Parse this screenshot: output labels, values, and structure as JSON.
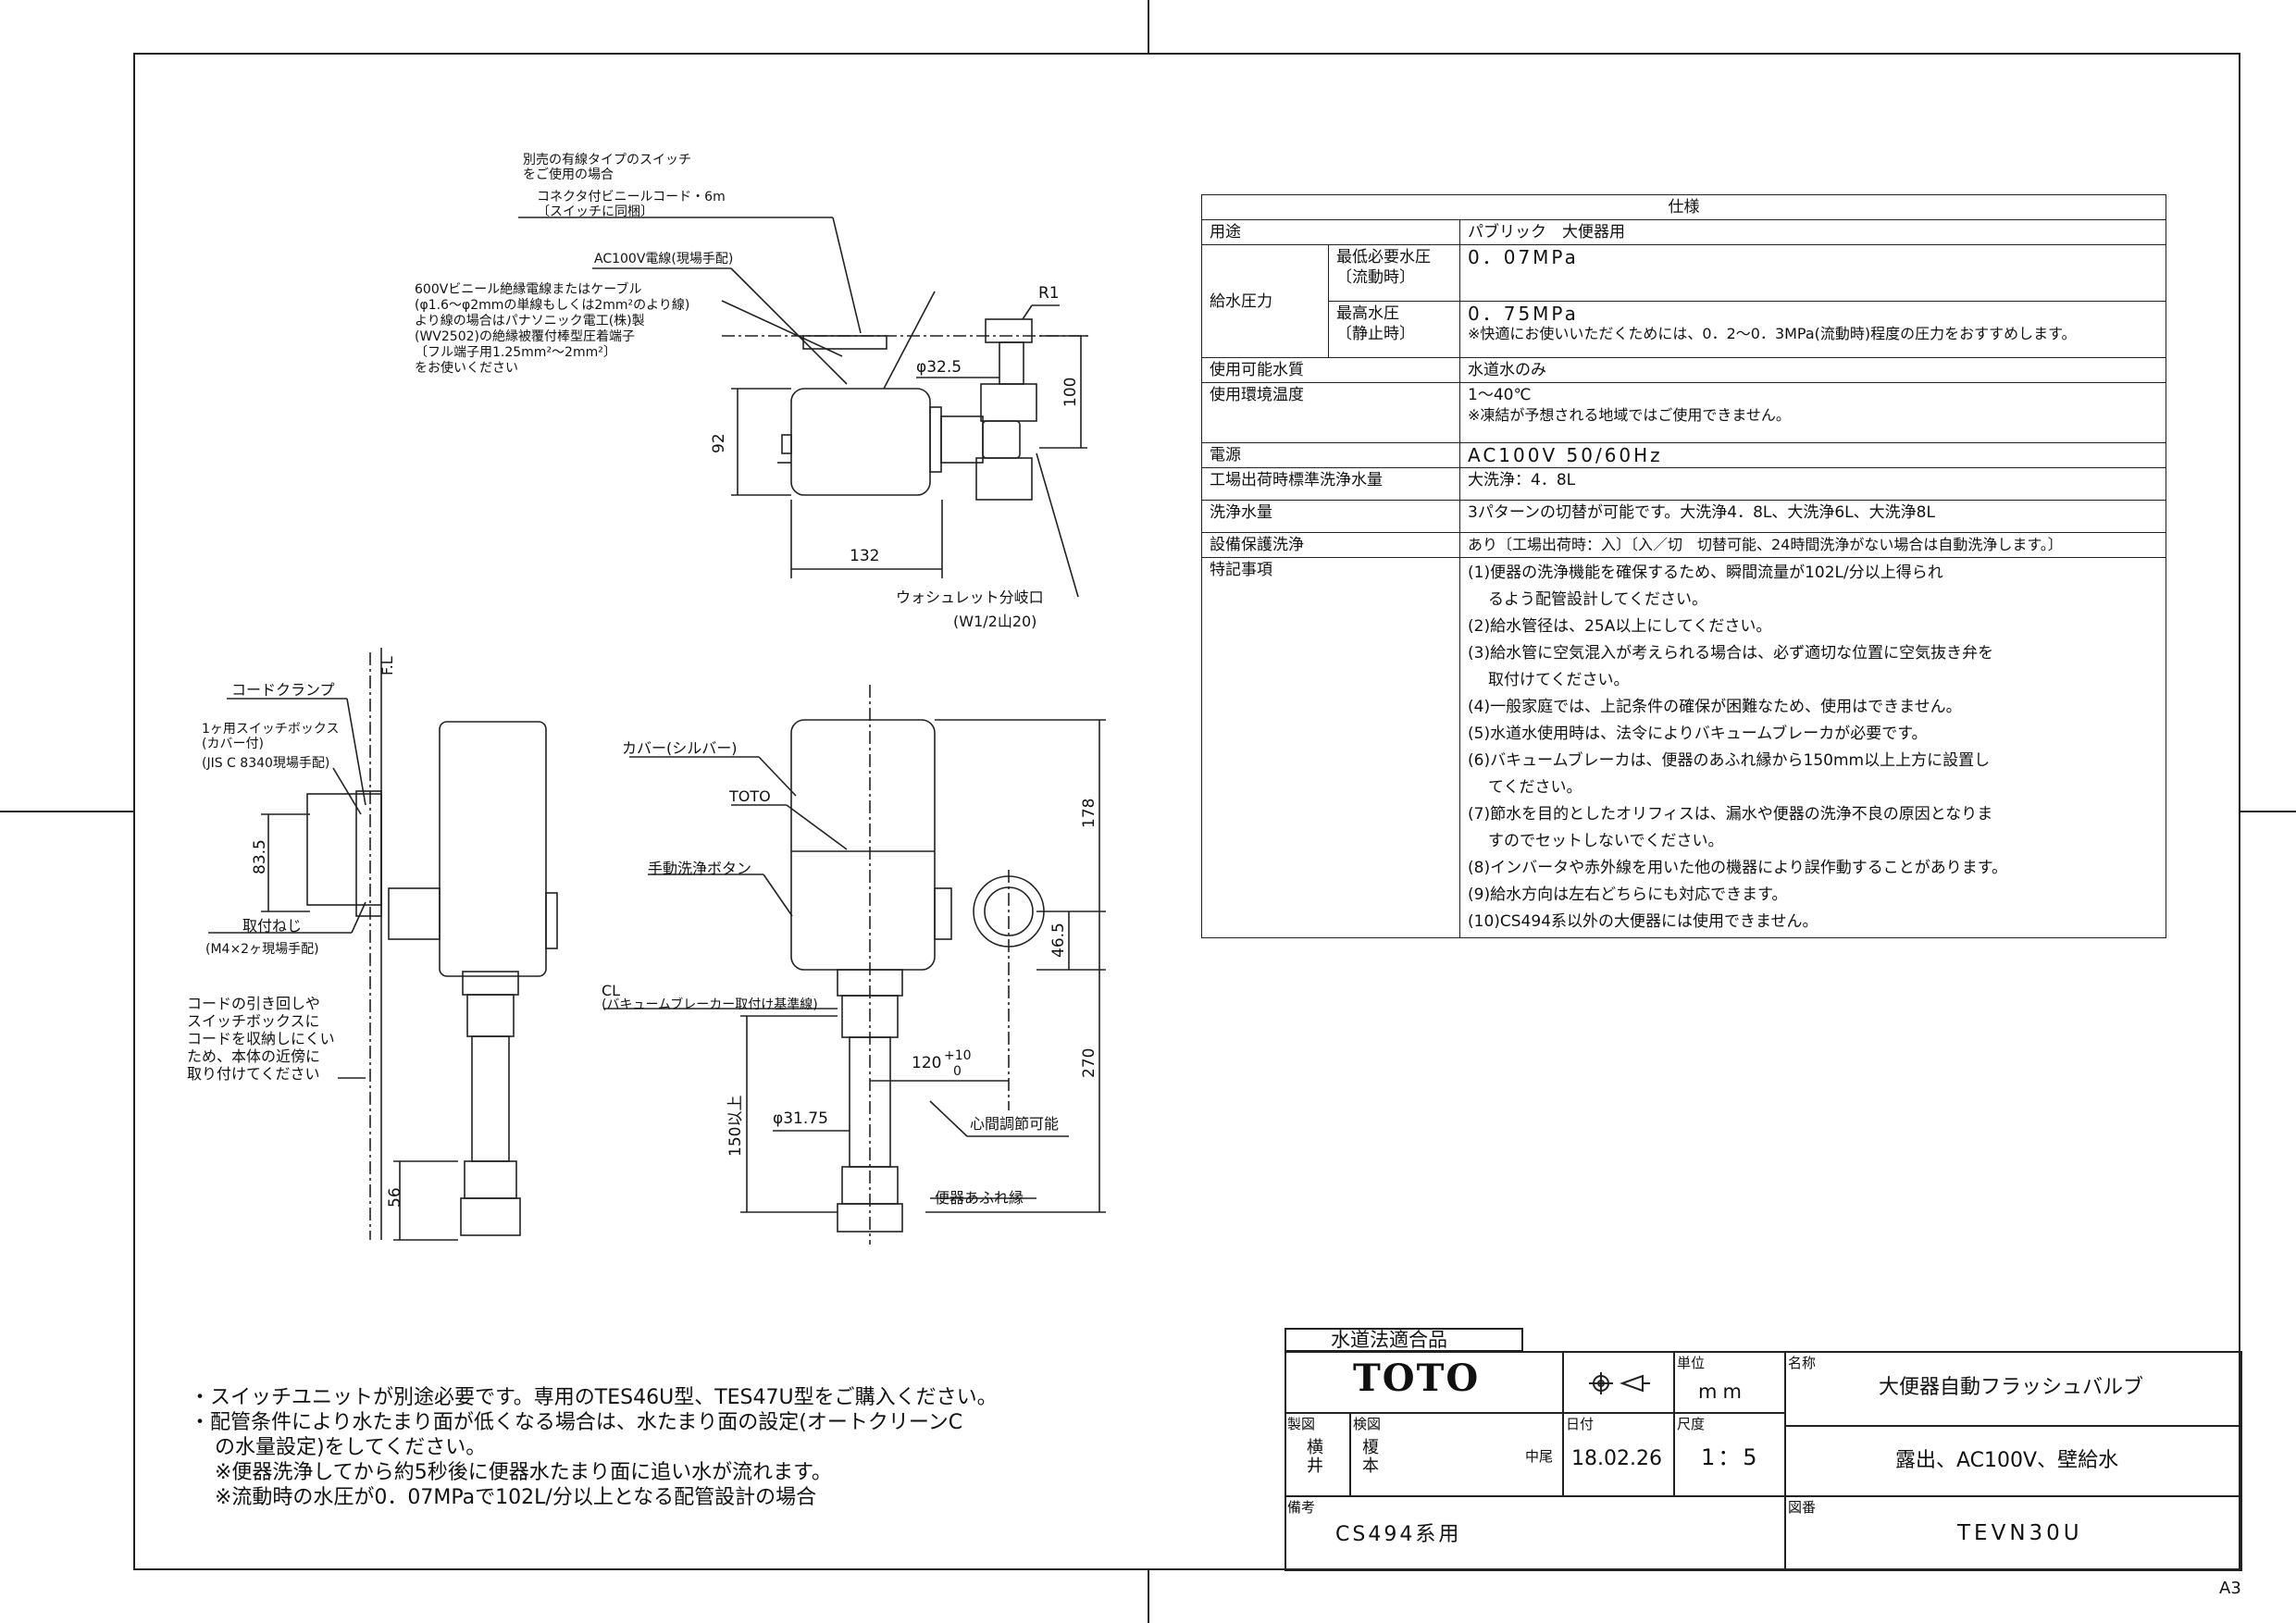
{
  "spec": {
    "header": "仕様",
    "rows": {
      "use_label": "用途",
      "use_value": "パブリック　大便器用",
      "pressure_label": "給水圧力",
      "min_label": "最低必要水圧\n〔流動時〕",
      "min_value": "0．07MPa",
      "max_label": "最高水圧\n〔静止時〕",
      "max_value": "0．75MPa",
      "max_note": "※快適にお使いいただくためには、0．2～0．3MPa(流動時)程度の圧力をおすすめします。",
      "water_label": "使用可能水質",
      "water_value": "水道水のみ",
      "temp_label": "使用環境温度",
      "temp_value": "1～40℃",
      "temp_note": "※凍結が予想される地域ではご使用できません。",
      "power_label": "電源",
      "power_value": "AC100V 50/60Hz",
      "factory_label": "工場出荷時標準洗浄水量",
      "factory_value": "大洗浄：4．8L",
      "flush_label": "洗浄水量",
      "flush_value": "3パターンの切替が可能です。大洗浄4．8L、大洗浄6L、大洗浄8L",
      "protect_label": "設備保護洗浄",
      "protect_value": "あり〔工場出荷時：入〕〔入／切　切替可能、24時間洗浄がない場合は自動洗浄します。〕",
      "special_label": "特記事項",
      "special_notes": [
        "(1)便器の洗浄機能を確保するため、瞬間流量が102L/分以上得られ",
        "るよう配管設計してください。",
        "(2)給水管径は、25A以上にしてください。",
        "(3)給水管に空気混入が考えられる場合は、必ず適切な位置に空気抜き弁を",
        "取付けてください。",
        "(4)一般家庭では、上記条件の確保が困難なため、使用はできません。",
        "(5)水道水使用時は、法令によりバキュームブレーカが必要です。",
        "(6)バキュームブレーカは、便器のあふれ縁から150mm以上上方に設置し",
        "てください。",
        "(7)節水を目的としたオリフィスは、漏水や便器の洗浄不良の原因となりま",
        "すのでセットしないでください。",
        "(8)インバータや赤外線を用いた他の機器により誤作動することがあります。",
        "(9)給水方向は左右どちらにも対応できます。",
        "(10)CS494系以外の大便器には使用できません。"
      ]
    }
  },
  "top_view": {
    "note_switch": "別売の有線タイプのスイッチ\nをご使用の場合",
    "note_cord": "コネクタ付ビニールコード・6m\n〔スイッチに同梱〕",
    "note_ac": "AC100V電線(現場手配)",
    "note_cable": "600Vビニール絶縁電線またはケーブル\n(φ1.6～φ2mmの単線もしくは2mm²のより線)\nより線の場合はパナソニック電工(株)製\n(WV2502)の絶縁被覆付棒型圧着端子\n〔フル端子用1.25mm²～2mm²〕\nをお使いください",
    "r1": "R1",
    "d325": "φ32.5",
    "d100": "100",
    "d92": "92",
    "d132": "132",
    "washlet": "ウォシュレット分岐口",
    "washlet_size": "(W1/2山20)"
  },
  "side_view": {
    "fl": "F.L",
    "cord_clamp": "コードクランプ",
    "switch_box": "1ヶ用スイッチボックス\n(カバー付)",
    "jis": "(JIS C 8340現場手配)",
    "d835": "83.5",
    "screw": "取付ねじ",
    "screw_spec": "(M4×2ヶ現場手配)",
    "cord_note": "コードの引き回しや\nスイッチボックスに\nコードを収納しにくい\nため、本体の近傍に\n取り付けてください",
    "d56": "56"
  },
  "front_view": {
    "cover": "カバー(シルバー)",
    "toto": "TOTO",
    "manual": "手動洗浄ボタン",
    "cl": "CL",
    "cl_note": "(バキュームブレーカー取付け基準線)",
    "d178": "178",
    "d465": "46.5",
    "d270": "270",
    "d120": "120",
    "d120_tol_up": "+10",
    "d120_tol_dn": "0",
    "d150": "150以上",
    "d3175": "φ31.75",
    "center": "心間調節可能",
    "rim": "便器あふれ縁"
  },
  "bottom_notes": [
    "・スイッチユニットが別途必要です。専用のTES46U型、TES47U型をご購入ください。",
    "・配管条件により水たまり面が低くなる場合は、水たまり面の設定(オートクリーンC",
    "の水量設定)をしてください。",
    "※便器洗浄してから約5秒後に便器水たまり面に追い水が流れます。",
    "※流動時の水圧が0．07MPaで102L/分以上となる配管設計の場合"
  ],
  "title_block": {
    "cert": "水道法適合品",
    "logo": "TOTO",
    "unit_label": "単位",
    "unit_value": "mm",
    "name_label": "名称",
    "name_value": "大便器自動フラッシュバルブ",
    "sub_value": "露出、AC100V、壁給水",
    "drawn_label": "製図",
    "drawn_value": "横\n井",
    "check_label": "検図",
    "check_value": "榎\n本",
    "stamp": "中尾",
    "date_label": "日付",
    "date_value": "18.02.26",
    "scale_label": "尺度",
    "scale_value": "1：5",
    "remarks_label": "備考",
    "remarks_value": "CS494系用",
    "dwg_label": "図番",
    "dwg_value": "TEVN30U"
  },
  "sheet_size": "A3"
}
